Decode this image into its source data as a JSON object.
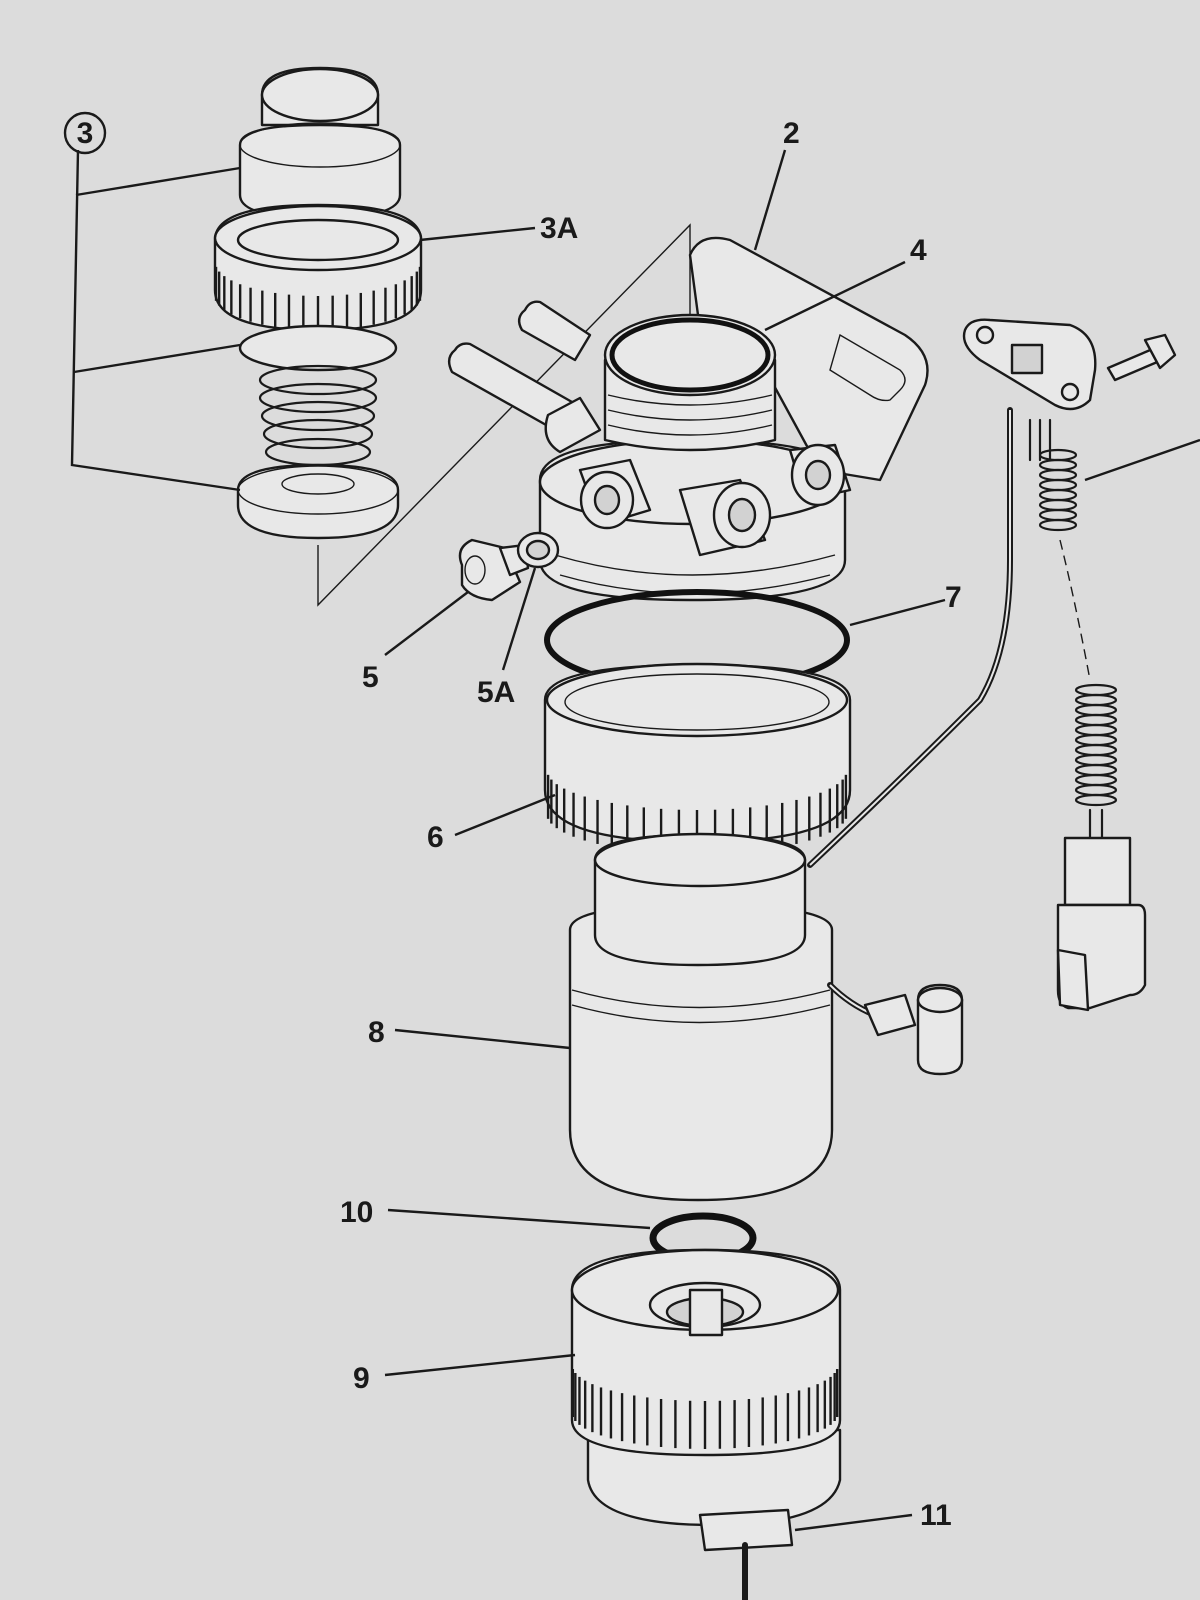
{
  "diagram": {
    "type": "exploded-parts-view",
    "callouts": [
      {
        "id": "c3",
        "label": "3",
        "circled": true
      },
      {
        "id": "c3a",
        "label": "3A"
      },
      {
        "id": "c2",
        "label": "2"
      },
      {
        "id": "c4",
        "label": "4"
      },
      {
        "id": "c7",
        "label": "7"
      },
      {
        "id": "c5",
        "label": "5"
      },
      {
        "id": "c5a",
        "label": "5A"
      },
      {
        "id": "c6",
        "label": "6"
      },
      {
        "id": "c8",
        "label": "8"
      },
      {
        "id": "c10",
        "label": "10"
      },
      {
        "id": "c9",
        "label": "9"
      },
      {
        "id": "c11",
        "label": "11"
      }
    ],
    "colors": {
      "paper": "#dcdcdc",
      "ink": "#1a1a1a",
      "part_fill": "#e8e8e8"
    }
  }
}
